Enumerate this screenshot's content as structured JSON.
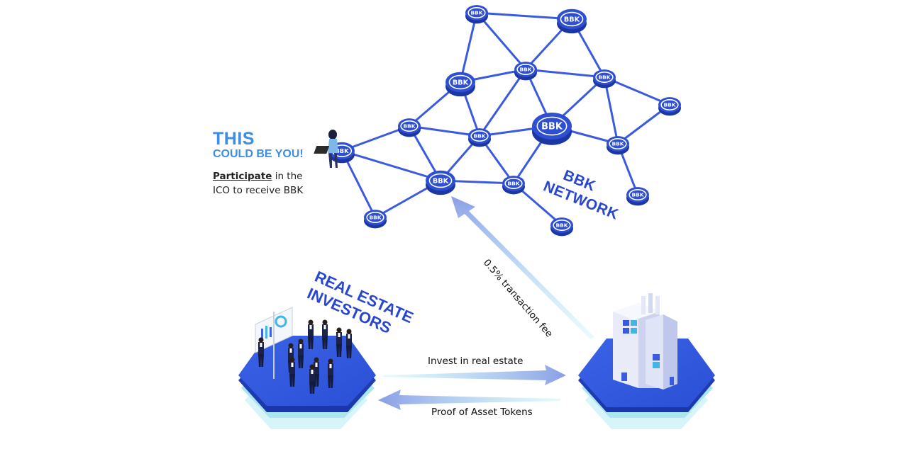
{
  "cta": {
    "title": "THIS",
    "subtitle": "COULD BE YOU!",
    "link_text": "Participate",
    "text_line1_rest": " in the",
    "text_line2": "ICO to receive BBK"
  },
  "network": {
    "label_line1": "BBK",
    "label_line2": "NETWORK",
    "node_label": "BBK"
  },
  "investors": {
    "label_line1": "REAL ESTATE",
    "label_line2": "INVESTORS"
  },
  "flows": {
    "invest": "Invest in real estate",
    "tokens": "Proof of Asset Tokens",
    "fee": "0.5% transaction fee"
  },
  "colors": {
    "node_blue": "#2e4fd1",
    "edge_blue": "#3a5be0",
    "accent": "#3f8ee6",
    "platform_blue": "#2f55d8"
  }
}
